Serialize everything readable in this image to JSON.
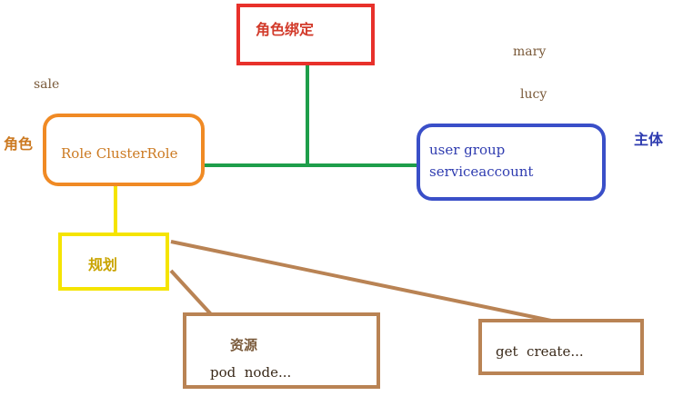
{
  "binding": {
    "label": "角色绑定"
  },
  "subjects": {
    "examples": [
      "mary",
      "lucy"
    ],
    "label": "主体",
    "box_lines": [
      "user group",
      "serviceaccount"
    ]
  },
  "roles": {
    "example": "sale",
    "label": "角色",
    "box_text": "Role ClusterRole"
  },
  "rules": {
    "label": "规划"
  },
  "resources": {
    "label": "资源",
    "box_text": "pod  node..."
  },
  "verbs": {
    "box_text": "get  create..."
  },
  "colors": {
    "red": "#e8312b",
    "green": "#1e9e4a",
    "blue": "#3a4fc8",
    "orange": "#f08a24",
    "yellow": "#f5e400",
    "brown": "#b98354",
    "blue_text": "#2f3cb0",
    "orange_text": "#cc7a22",
    "gold_text": "#c9a400",
    "dark_text": "#7a5a3a",
    "red_text": "#d23a2a"
  }
}
